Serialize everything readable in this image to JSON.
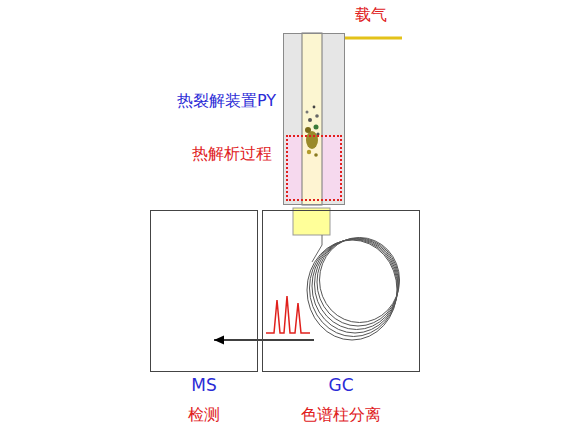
{
  "diagram": {
    "nodes": [
      {
        "text": [
          "热裂解装置PY"
        ]
      },
      {
        "text": [
          "热解析过程"
        ],
        "in": 0
      },
      {
        "text": [
          "MS",
          "检测"
        ]
      },
      {
        "text": [
          "GC",
          "色谱柱分离"
        ]
      }
    ],
    "edges": [
      {
        "from": 3,
        "to": 2,
        "arrow": "to"
      }
    ],
    "labels": [
      "载气"
    ]
  }
}
